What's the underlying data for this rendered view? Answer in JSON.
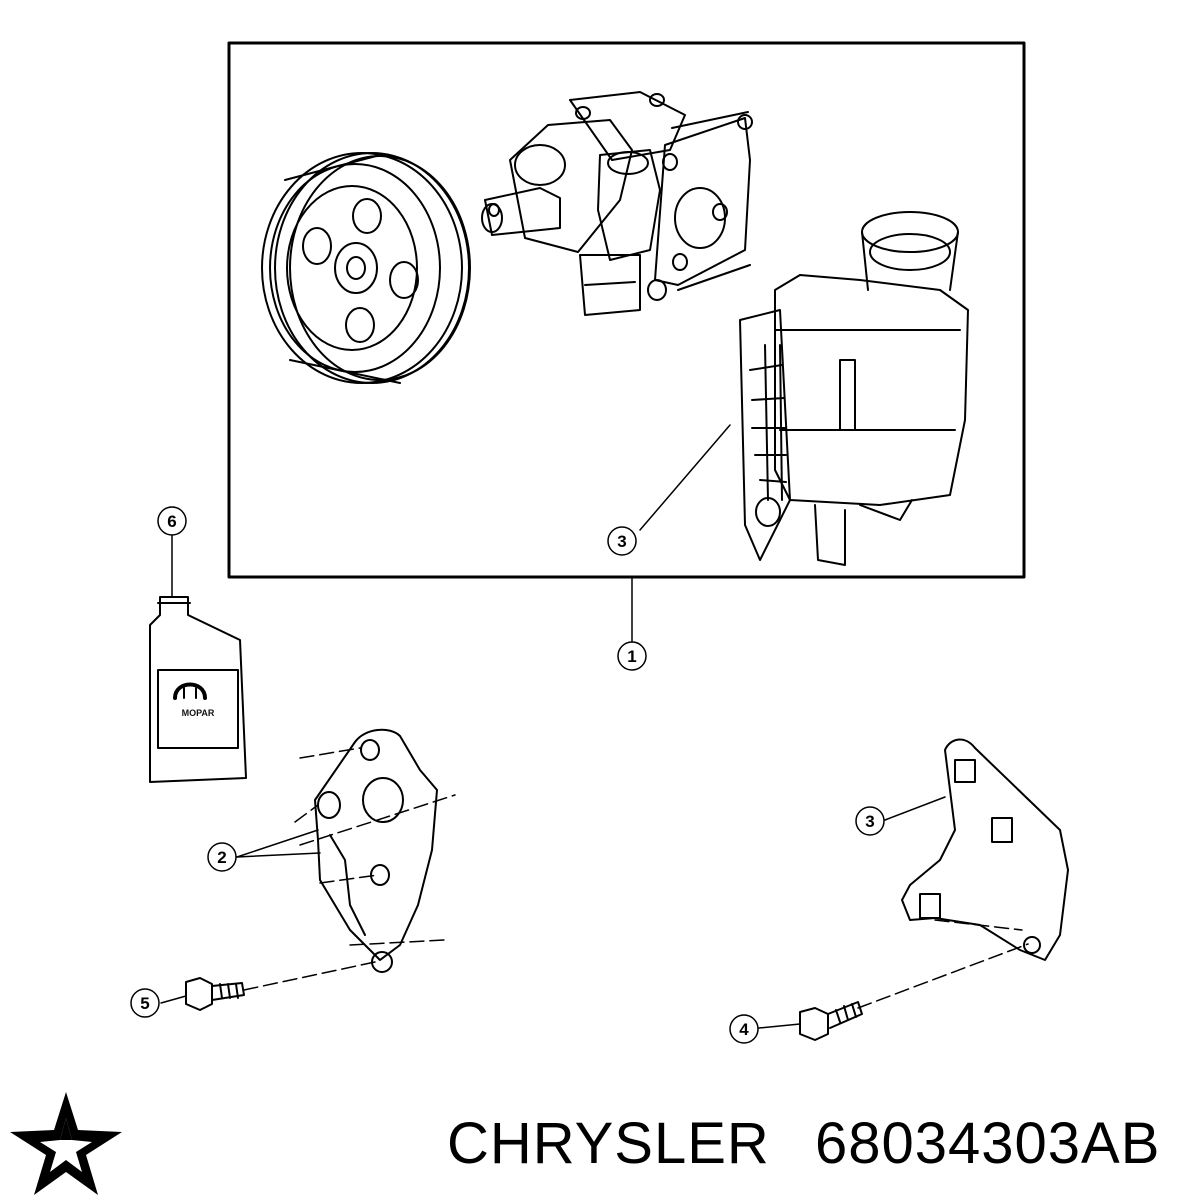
{
  "diagram": {
    "callouts": {
      "c1": "1",
      "c2": "2",
      "c3_reservoir": "3",
      "c3_bracket": "3",
      "c4": "4",
      "c5": "5",
      "c6": "6"
    },
    "bottle_label": "MOPAR"
  },
  "footer": {
    "brand": "CHRYSLER",
    "part_number": "68034303AB"
  },
  "colors": {
    "line": "#000000",
    "background": "#ffffff"
  }
}
